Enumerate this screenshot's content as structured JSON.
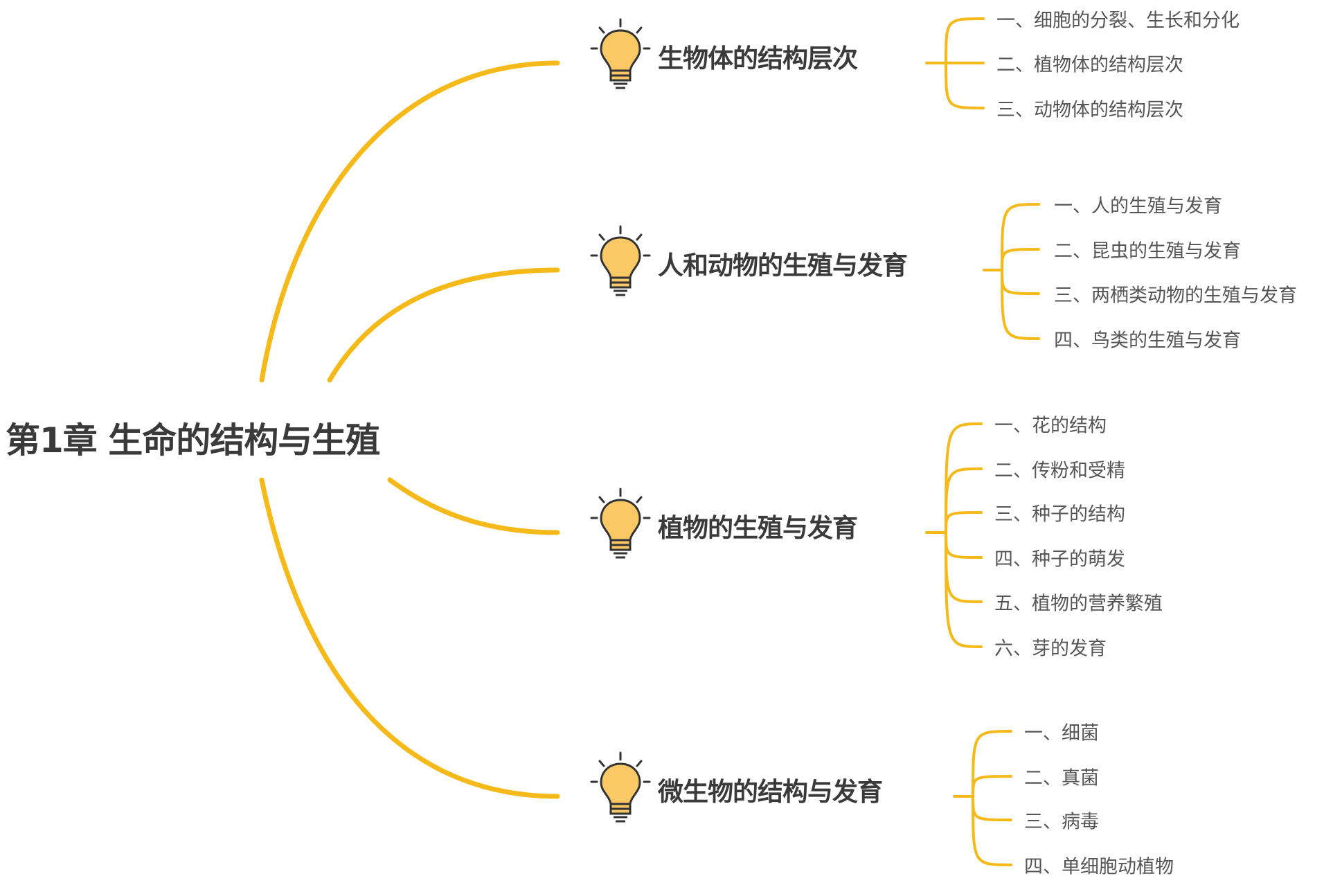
{
  "root": {
    "title": "第1章 生命的结构与生殖"
  },
  "colors": {
    "line": "#F5BA1A",
    "bulb": "#FAC864",
    "text": "#3a3a3a"
  },
  "branches": [
    {
      "label": "生物体的结构层次",
      "icon": "lightbulb-icon",
      "children": [
        "一、细胞的分裂、生长和分化",
        "二、植物体的结构层次",
        "三、动物体的结构层次"
      ]
    },
    {
      "label": "人和动物的生殖与发育",
      "icon": "lightbulb-icon",
      "children": [
        "一、人的生殖与发育",
        "二、昆虫的生殖与发育",
        "三、两栖类动物的生殖与发育",
        "四、鸟类的生殖与发育"
      ]
    },
    {
      "label": "植物的生殖与发育",
      "icon": "lightbulb-icon",
      "children": [
        "一、花的结构",
        "二、传粉和受精",
        "三、种子的结构",
        "四、种子的萌发",
        "五、植物的营养繁殖",
        "六、芽的发育"
      ]
    },
    {
      "label": "微生物的结构与发育",
      "icon": "lightbulb-icon",
      "children": [
        "一、细菌",
        "二、真菌",
        "三、病毒",
        "四、单细胞动植物"
      ]
    }
  ]
}
